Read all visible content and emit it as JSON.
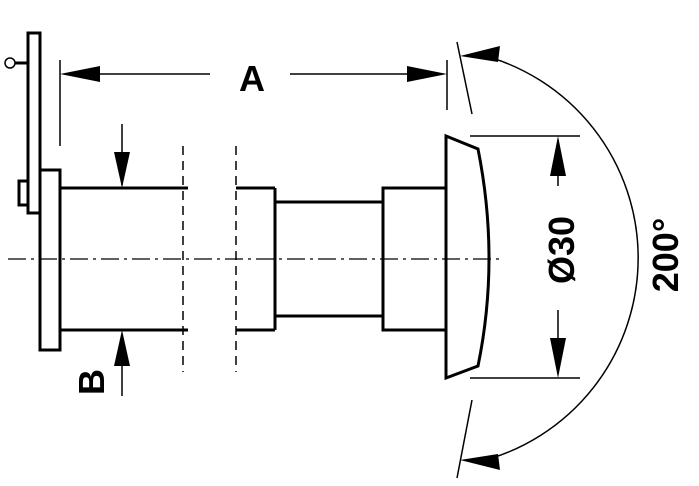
{
  "labels": {
    "dim_a": "A",
    "dim_b": "B",
    "diameter": "Ø30",
    "angle": "200°"
  },
  "colors": {
    "line": "#000000",
    "background": "#ffffff"
  }
}
